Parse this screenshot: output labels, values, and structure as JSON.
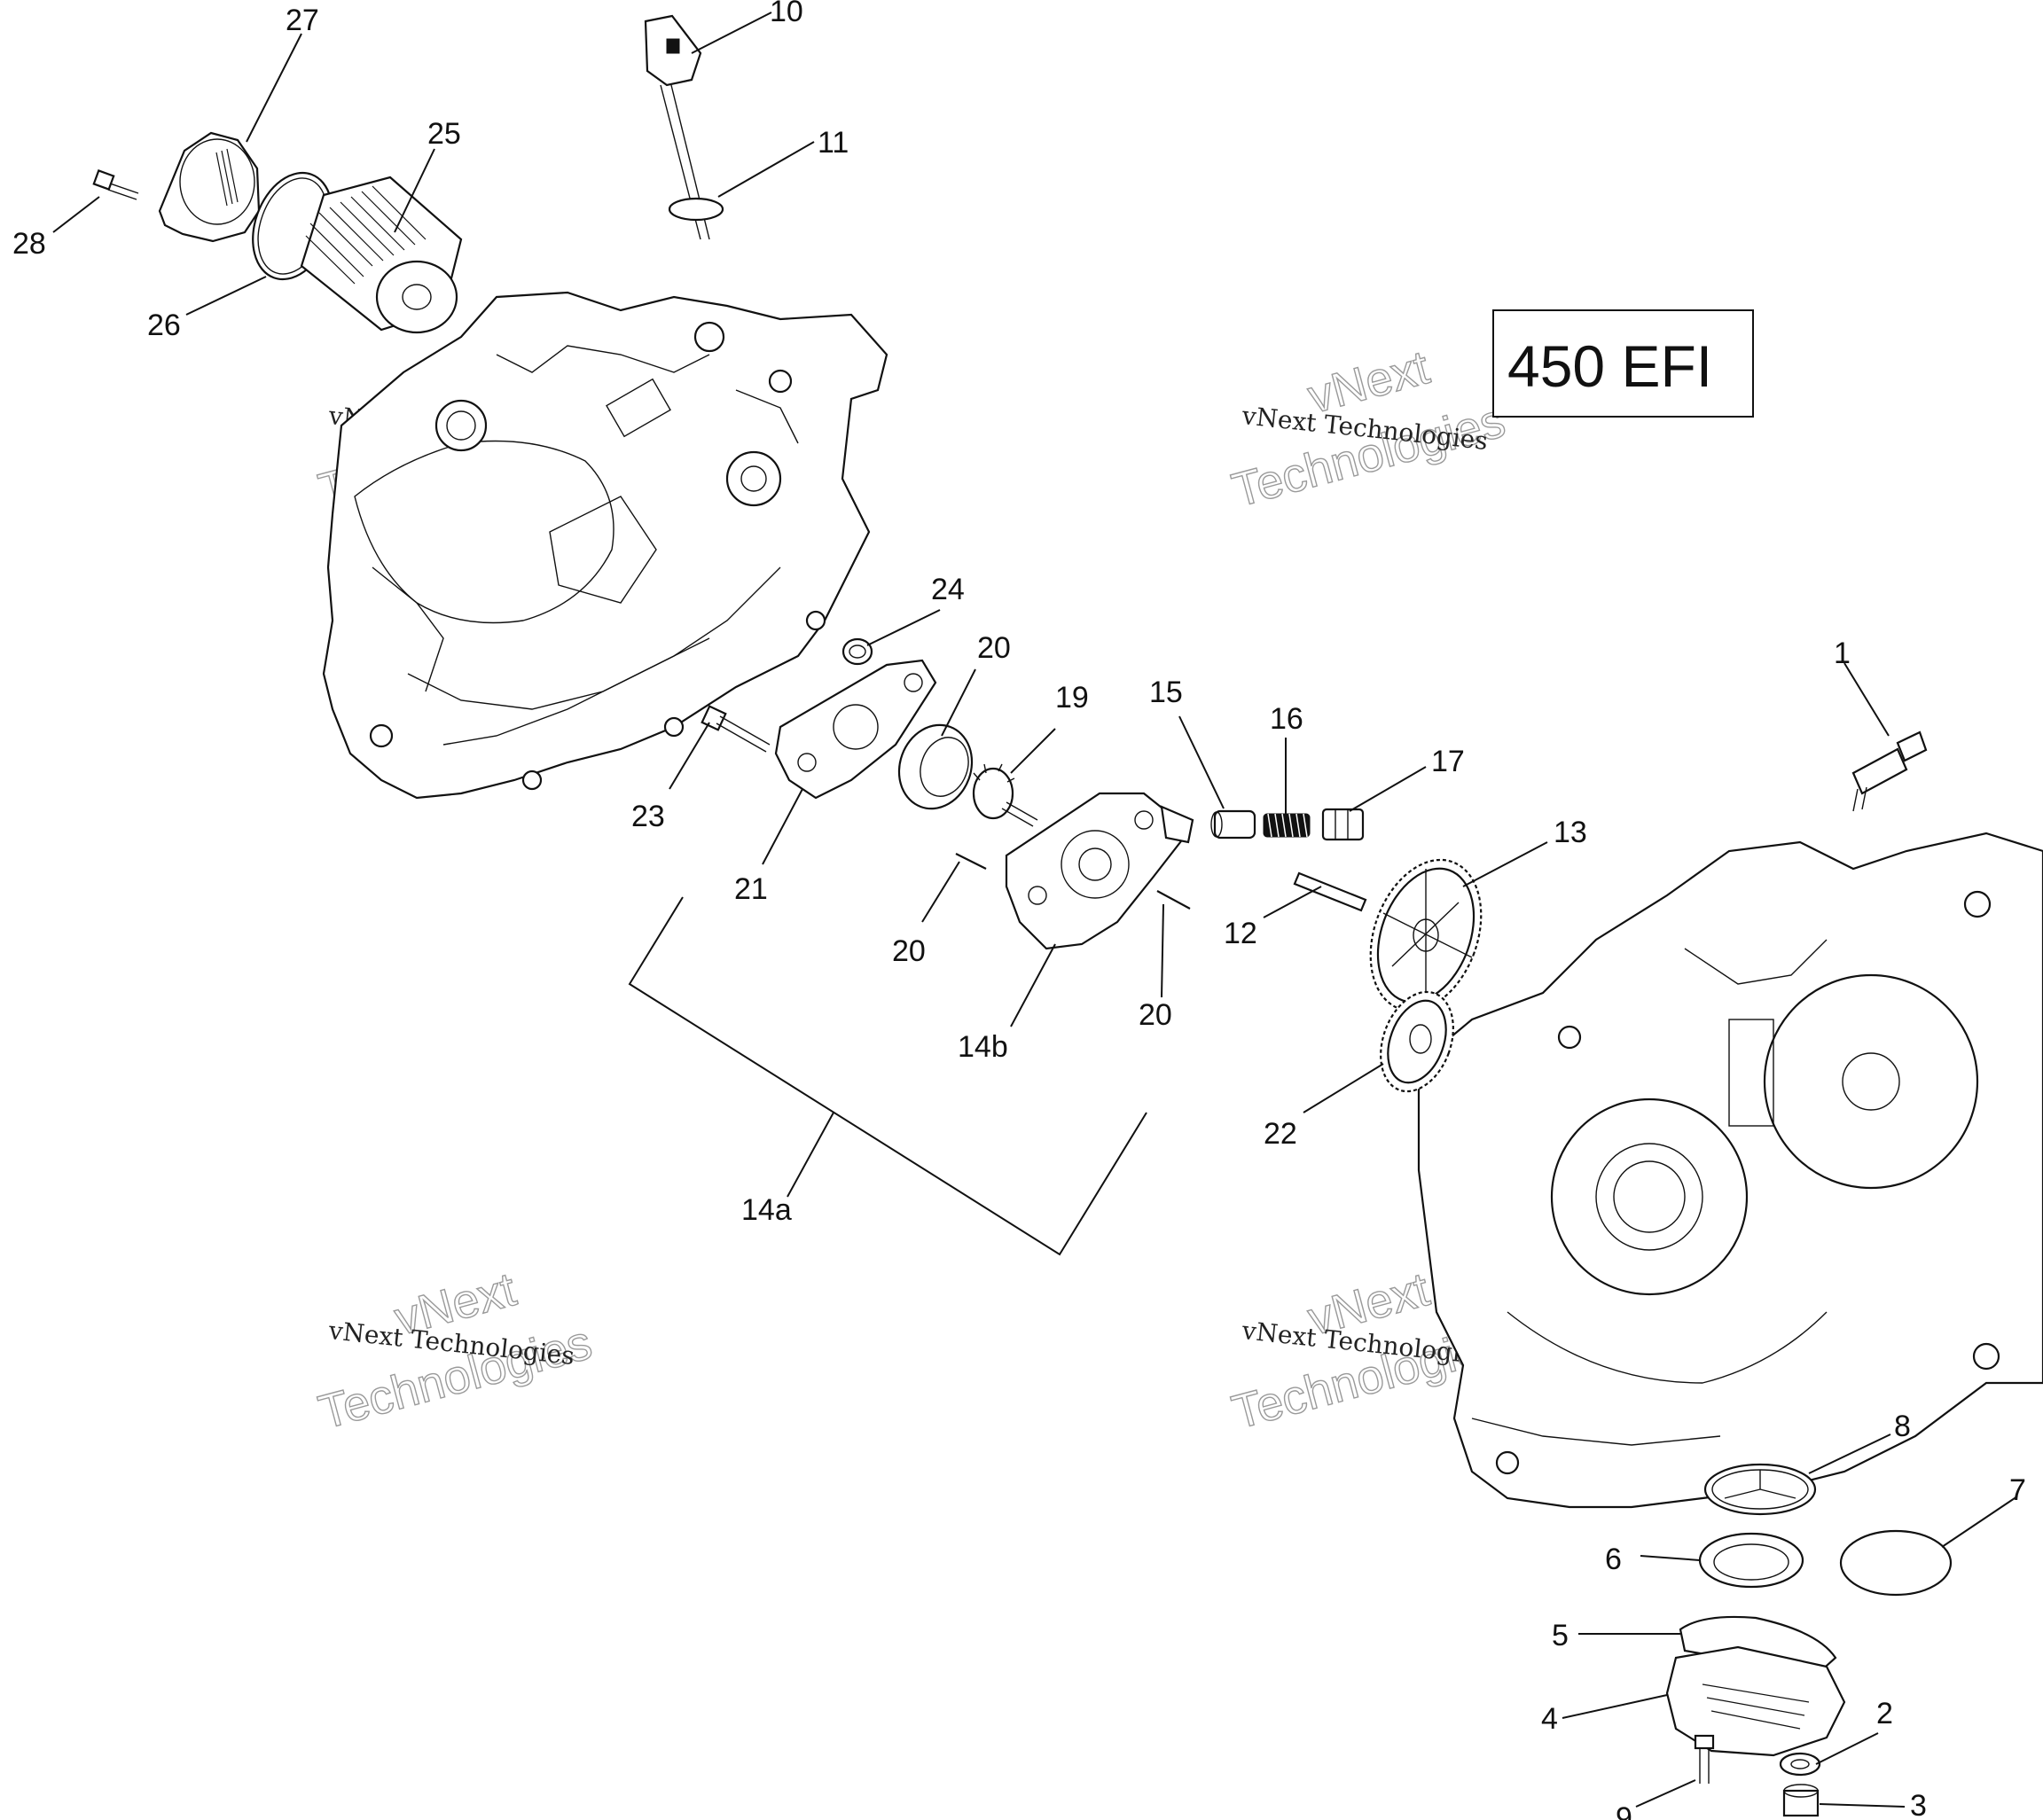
{
  "model_label": "450 EFI",
  "watermark": {
    "line1": "vNext",
    "line2": "Technologies",
    "small": "vNext Technologies"
  },
  "callouts": [
    "27",
    "10",
    "25",
    "11",
    "28",
    "26",
    "24",
    "20",
    "19",
    "15",
    "16",
    "17",
    "1",
    "23",
    "21",
    "13",
    "20",
    "12",
    "20",
    "14b",
    "20",
    "22",
    "14a",
    "8",
    "7",
    "6",
    "5",
    "4",
    "2",
    "9",
    "3"
  ]
}
